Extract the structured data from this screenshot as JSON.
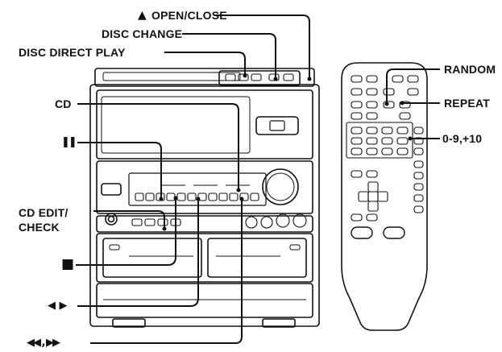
{
  "callouts": {
    "open_close": {
      "symbol": "▲",
      "text": "OPEN/CLOSE"
    },
    "disc_change": "DISC CHANGE",
    "disc_direct_play": "DISC DIRECT PLAY",
    "cd": "CD",
    "pause_symbol": "❚❚",
    "cd_edit_line1": "CD EDIT/",
    "cd_edit_line2": "CHECK",
    "stop_symbol": "■",
    "skip_symbols": "◀ ▶",
    "search_symbols": "◀◀ , ▶▶",
    "random": "RANDOM",
    "repeat": "REPEAT",
    "numbers": "0-9,+10"
  }
}
